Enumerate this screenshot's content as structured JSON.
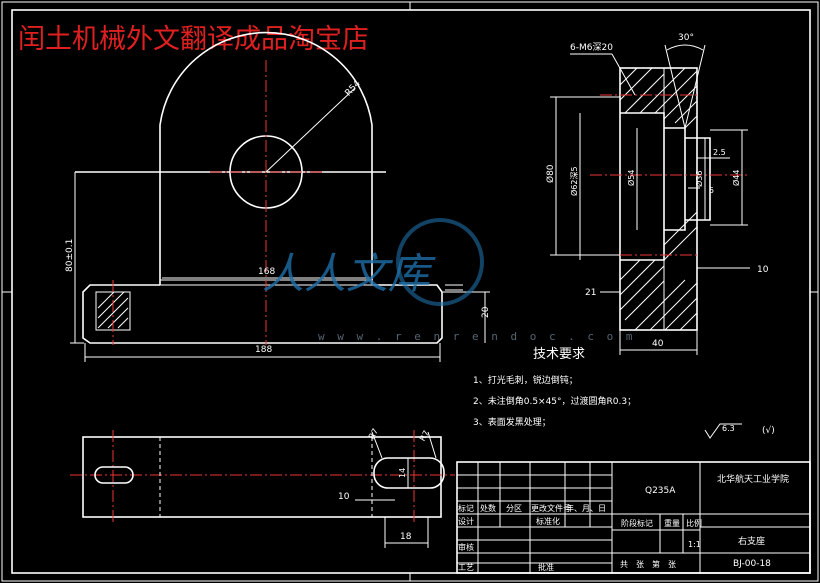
{
  "banner": "闰土机械外文翻译成品淘宝店",
  "watermark": {
    "text": "人人文库",
    "url": "w w w . r e n r e n d o c . c o m"
  },
  "dimensions": {
    "r54": "R54",
    "height80": "80±0.1",
    "d168": "168",
    "d188": "188",
    "d20": "20",
    "d10_bottom": "10",
    "d14": "14",
    "d18": "18",
    "r7a": "R7",
    "r7b": "R7",
    "thread": "6-M6深20",
    "angle30": "30°",
    "d80": "Ø80",
    "d62": "Ø62深5",
    "d54": "Ø54",
    "d36": "Ø36",
    "d44": "Ø44",
    "d2_5": "2.5",
    "d5": "5",
    "d10_right": "10",
    "d21": "21",
    "d40": "40"
  },
  "tech": {
    "title": "技术要求",
    "items": [
      "1、打光毛刺，锐边倒钝；",
      "2、未注倒角0.5×45°，过渡圆角R0.3；",
      "3、表面发黑处理；"
    ]
  },
  "roughness": {
    "symbol": "6.3",
    "check": "(√)"
  },
  "title_block": {
    "material": "Q235A",
    "school": "北华航天工业学院",
    "part_name": "右支座",
    "drawing_no": "BJ-00-18",
    "scale": "1:1",
    "row_labels": [
      "标记",
      "处数",
      "分区",
      "更改文件号",
      "年、月、日"
    ],
    "design": "设计",
    "standardize": "标准化",
    "review": "审核",
    "process": "工艺",
    "approve": "批准",
    "stage_mark": "阶段标记",
    "weight": "重量",
    "scale_label": "比例",
    "sheet_info": "共　张　第　张"
  }
}
